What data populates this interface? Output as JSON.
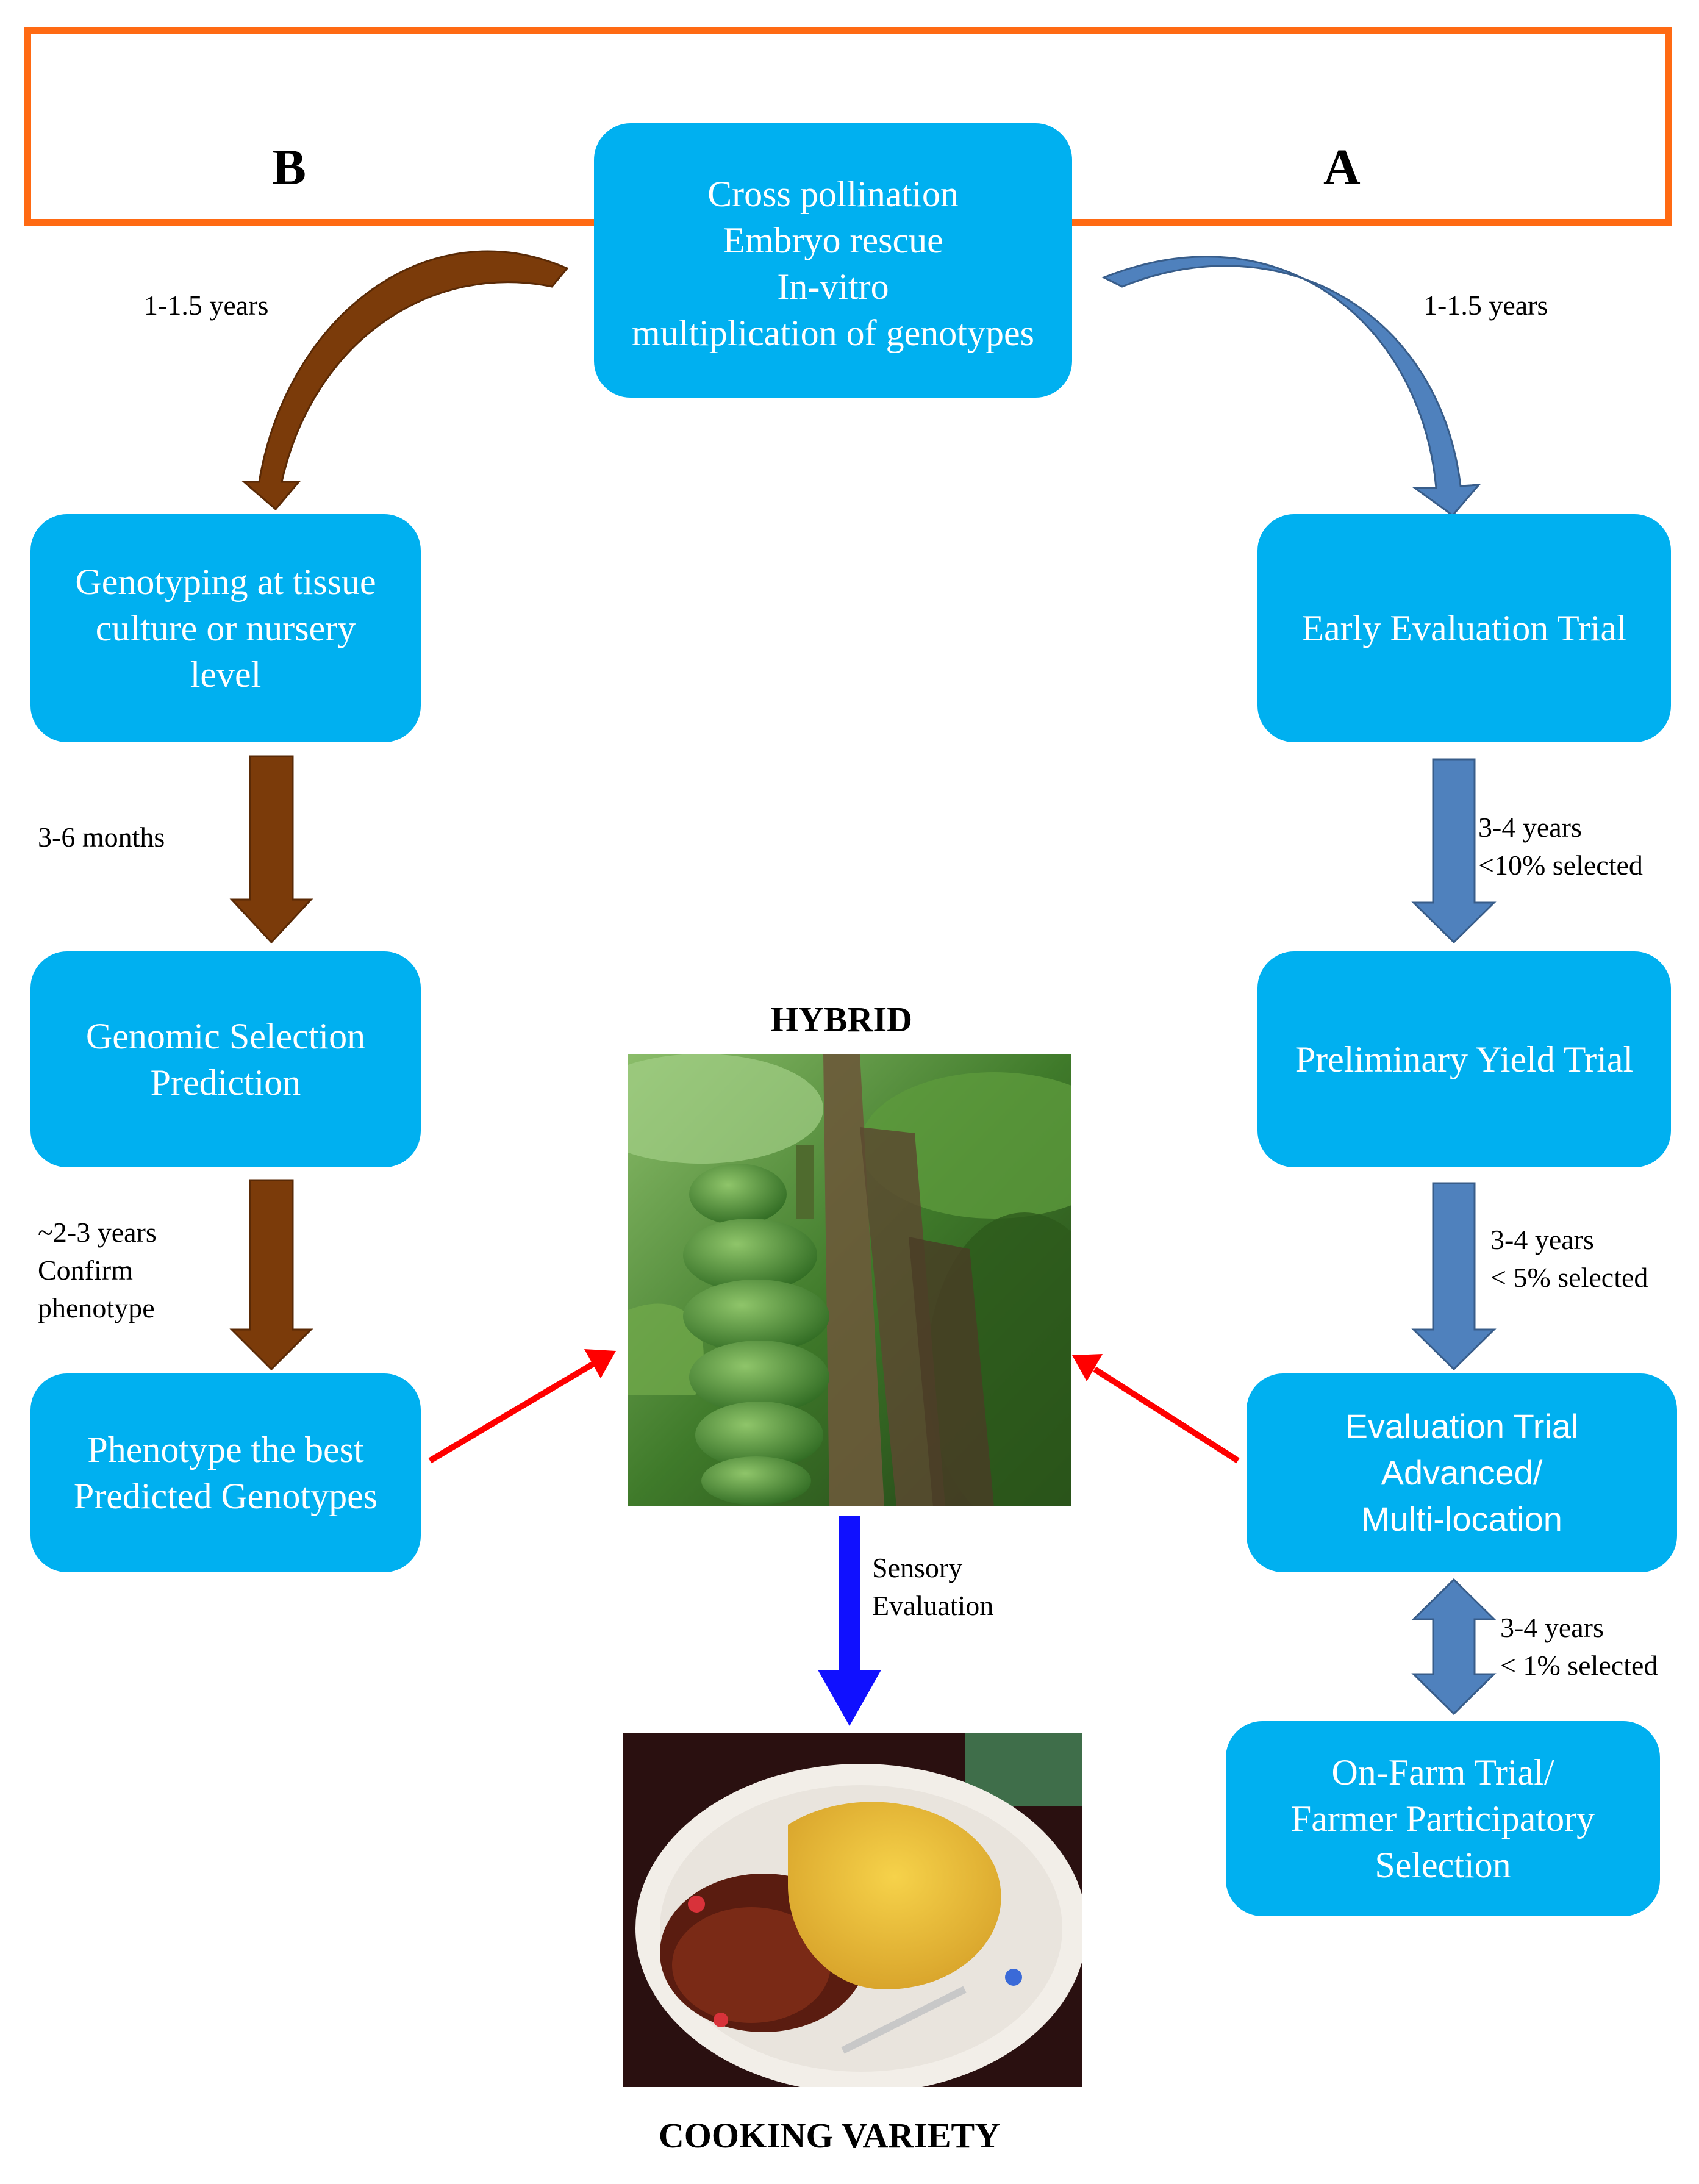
{
  "frame": {
    "left_label": "B",
    "right_label": "A",
    "frame_color": "#ff6a13"
  },
  "center_box": {
    "text": "Cross pollination\nEmbryo rescue\nIn-vitro\nmultiplication of genotypes"
  },
  "pathway_b": {
    "arrow_color": "#7b3b0a",
    "boxes": [
      "Genotyping  at tissue\nculture or nursery\nlevel",
      "Genomic Selection\nPrediction",
      "Phenotype the best\nPredicted Genotypes"
    ],
    "labels": [
      "1-1.5 years",
      "3-6 months",
      "~2-3 years\nConfirm\nphenotype"
    ]
  },
  "pathway_a": {
    "arrow_color": "#4a7ab8",
    "boxes": [
      "Early Evaluation Trial",
      "Preliminary Yield Trial",
      "Evaluation Trial\nAdvanced/\nMulti-location",
      "On-Farm Trial/\nFarmer Participatory\nSelection"
    ],
    "labels": [
      "1-1.5 years",
      "3-4 years\n<10% selected",
      "3-4 years\n< 5% selected",
      "3-4 years\n< 1% selected"
    ]
  },
  "center": {
    "hybrid_title": "HYBRID",
    "sensory_label": "Sensory\nEvaluation",
    "cooking_title": "COOKING VARIETY",
    "pointer_color": "#ff0000",
    "sensory_arrow_color": "#1010ff",
    "box_color": "#00b0f0"
  }
}
